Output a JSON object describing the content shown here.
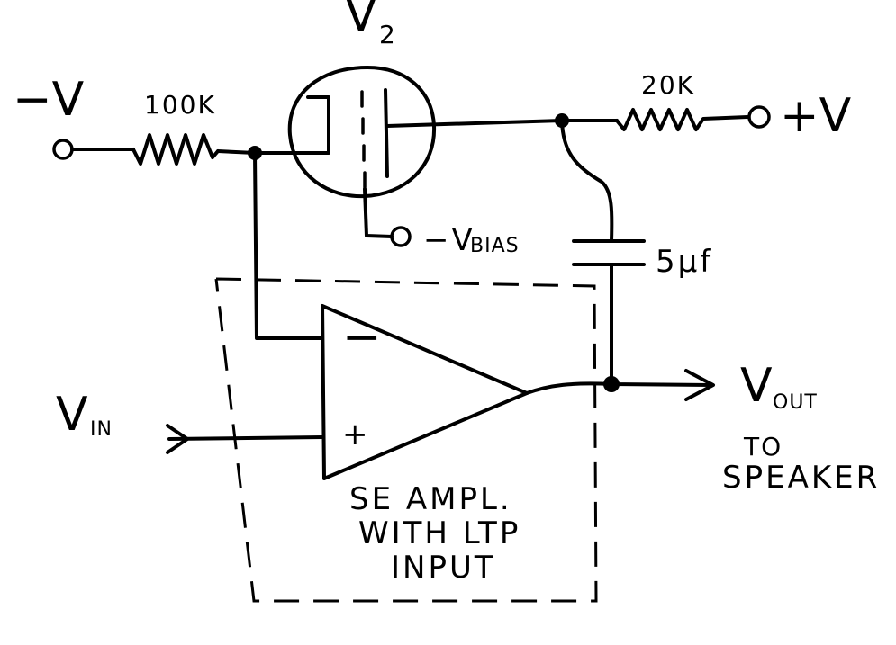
{
  "labels": {
    "tube_main": "V",
    "tube_sub": "2",
    "neg_supply": "−V",
    "pos_supply": "+V",
    "resistor_left": "100K",
    "resistor_right": "20K",
    "bias_main": "−V",
    "bias_sub": "BIAS",
    "capacitor": "5µf",
    "minus_sign": "−",
    "plus_sign": "+",
    "vin_main": "V",
    "vin_sub": "IN",
    "vout_main": "V",
    "vout_sub": "OUT",
    "to": "TO",
    "speaker": "SPEAKER",
    "amp_line1": "SE AMPL.",
    "amp_line2": "WITH LTP",
    "amp_line3": "INPUT"
  }
}
